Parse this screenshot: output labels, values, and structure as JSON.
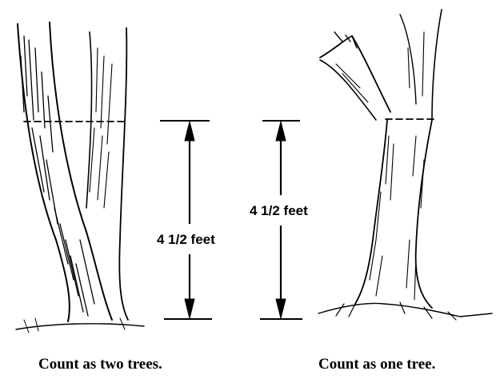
{
  "left_panel": {
    "measure_label": "4 1/2  feet",
    "caption": "Count as two trees."
  },
  "right_panel": {
    "measure_label": "4 1/2  feet",
    "caption": "Count as one tree."
  }
}
